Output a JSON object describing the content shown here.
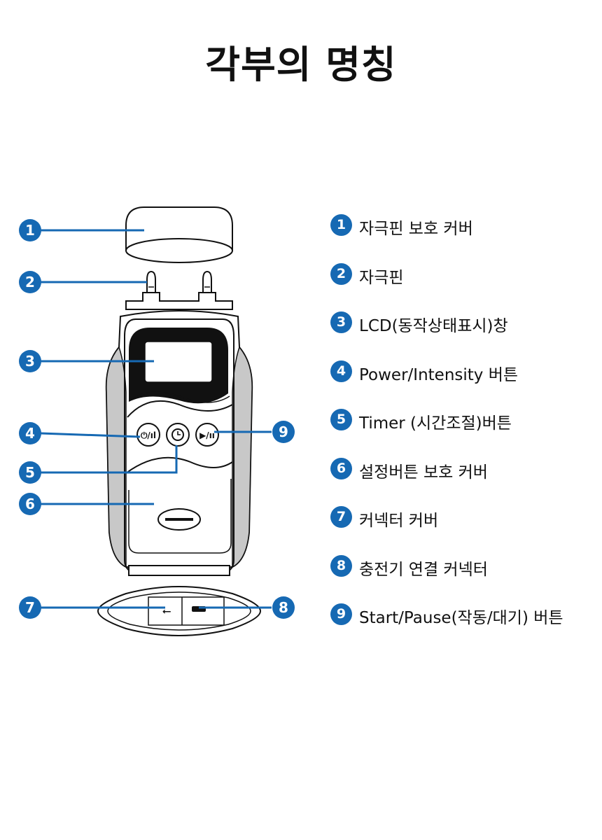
{
  "title": "각부의 명칭",
  "accent_color": "#1669b3",
  "callout_numbers": [
    "1",
    "2",
    "3",
    "4",
    "5",
    "6",
    "7",
    "8",
    "9"
  ],
  "parts": [
    {
      "num": "1",
      "label": "자극핀 보호 커버"
    },
    {
      "num": "2",
      "label": "자극핀"
    },
    {
      "num": "3",
      "label": "LCD(동작상태표시)창"
    },
    {
      "num": "4",
      "label": "Power/Intensity 버튼"
    },
    {
      "num": "5",
      "label": "Timer (시간조절)버튼"
    },
    {
      "num": "6",
      "label": "설정버튼 보호 커버"
    },
    {
      "num": "7",
      "label": "커넥터 커버"
    },
    {
      "num": "8",
      "label": "충전기 연결 커넥터"
    },
    {
      "num": "9",
      "label": "Start/Pause(작동/대기) 버튼"
    }
  ],
  "icons": [
    "power-intensity-icon",
    "timer-icon",
    "play-pause-icon",
    "usb-icon"
  ]
}
